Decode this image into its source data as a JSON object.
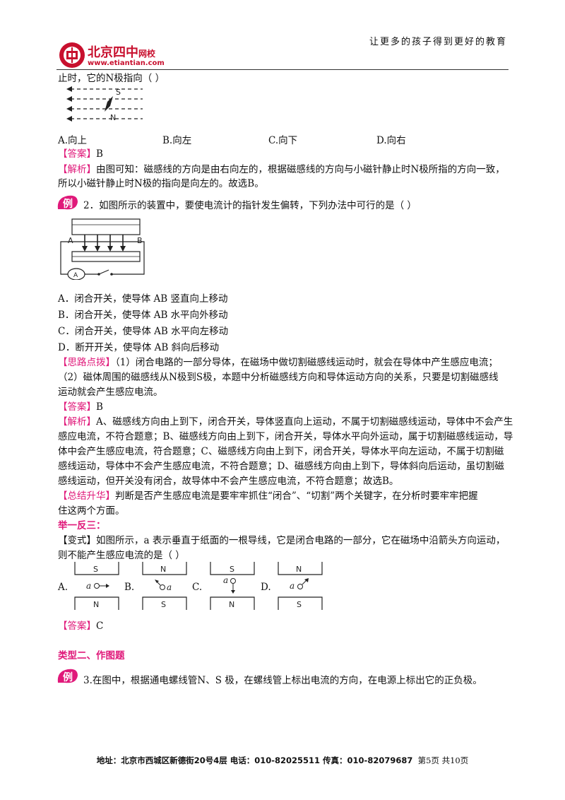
{
  "header": {
    "slogan": "让更多的孩子得到更好的教育",
    "logo_name": "北京四中",
    "logo_sub": "网校",
    "logo_url": "www.etiantian.com"
  },
  "q1": {
    "stem_tail": "止时，它的N极指向（     ）",
    "fig_s": "S",
    "fig_n": "N",
    "options": [
      "A.向上",
      "B.向左",
      "C.向下",
      "D.向右"
    ],
    "answer_tag": "【答案】",
    "answer": "B",
    "analysis_tag": "【解析】",
    "analysis": [
      "由图可知：磁感线的方向是由右向左的，根据磁感线的方向与小磁针静止时N极所指的方向一致，",
      "所以小磁针静止时N极的指向是向左的。故选B。"
    ]
  },
  "q2": {
    "badge": "例",
    "stem": "2．如图所示的装置中，要使电流计的指针发生偏转，下列办法中可行的是（     ）",
    "fig_a": "A",
    "fig_b": "B",
    "fig_meter": "A",
    "options": [
      "A．闭合开关，使导体 AB 竖直向上移动",
      "B．闭合开关，使导体 AB 水平向外移动",
      "C．闭合开关，使导体 AB 水平向左移动",
      "D．断开开关，使导体 AB 斜向后移动"
    ],
    "hint_tag": "【思路点拨】",
    "hint": [
      "（1）闭合电路的一部分导体，在磁场中做切割磁感线运动时，就会在导体中产生感应电流；",
      "（2）磁体周围的磁感线从N极到S极，本题中分析磁感线方向和导体运动方向的关系，只要是切割磁感线",
      "运动就会产生感应电流。"
    ],
    "answer_tag": "【答案】",
    "answer": "B",
    "analysis_tag": "【解析】",
    "analysis": [
      "A、磁感线方向由上到下，闭合开关，导体竖直向上运动，不属于切割磁感线运动，导体中不会产生",
      "感应电流，不符合题意；B、磁感线方向由上到下，闭合开关，导体水平向外运动，属于切割磁感线运动，导",
      "体中会产生感应电流，符合题意；C、磁感线方向由上到下，闭合开关，导体水平向左运动，不属于切割磁",
      "感线运动，导体中不会产生感应电流，不符合题意；D、磁感线方向由上到下，导体斜向后运动，虽切割磁",
      "感线运动，但开关没有闭合，故导体中不会产生感应电流，不符合题意；故选B。"
    ],
    "summary_tag": "【总结升华】",
    "summary": [
      "判断是否产生感应电流是要牢牢抓住“闭合”、“切割”两个关键字，在分析时要牢牢把握",
      "住这两个方面。"
    ]
  },
  "variant": {
    "heading": "举一反三：",
    "tag": "【变式】",
    "stem": [
      "如图所示，a 表示垂直于纸面的一根导线，它是闭合电路的一部分，它在磁场中沿箭头方向运动，",
      "则不能产生感应电流的是（     ）"
    ],
    "panels": [
      {
        "label": "A.",
        "top": "S",
        "bottom": "N",
        "wire": "a"
      },
      {
        "label": "B.",
        "top": "N",
        "bottom": "S",
        "wire": "a"
      },
      {
        "label": "C.",
        "top": "S",
        "bottom": "N",
        "wire": "a"
      },
      {
        "label": "D.",
        "top": "N",
        "bottom": "S",
        "wire": "a"
      }
    ],
    "answer_tag": "【答案】",
    "answer": "C"
  },
  "section2": {
    "heading": "类型二、作图题",
    "badge": "例",
    "stem": "3.在图中，根据通电螺线管N、S 极，在螺线管上标出电流的方向，在电源上标出它的正负极。"
  },
  "footer": {
    "text": "地址：北京市西城区新德街20号4层  电话：010-82025511  传真：010-82079687",
    "page": "第5页  共10页"
  },
  "colors": {
    "accent": "#e0197a",
    "logo_red": "#c8102e"
  }
}
